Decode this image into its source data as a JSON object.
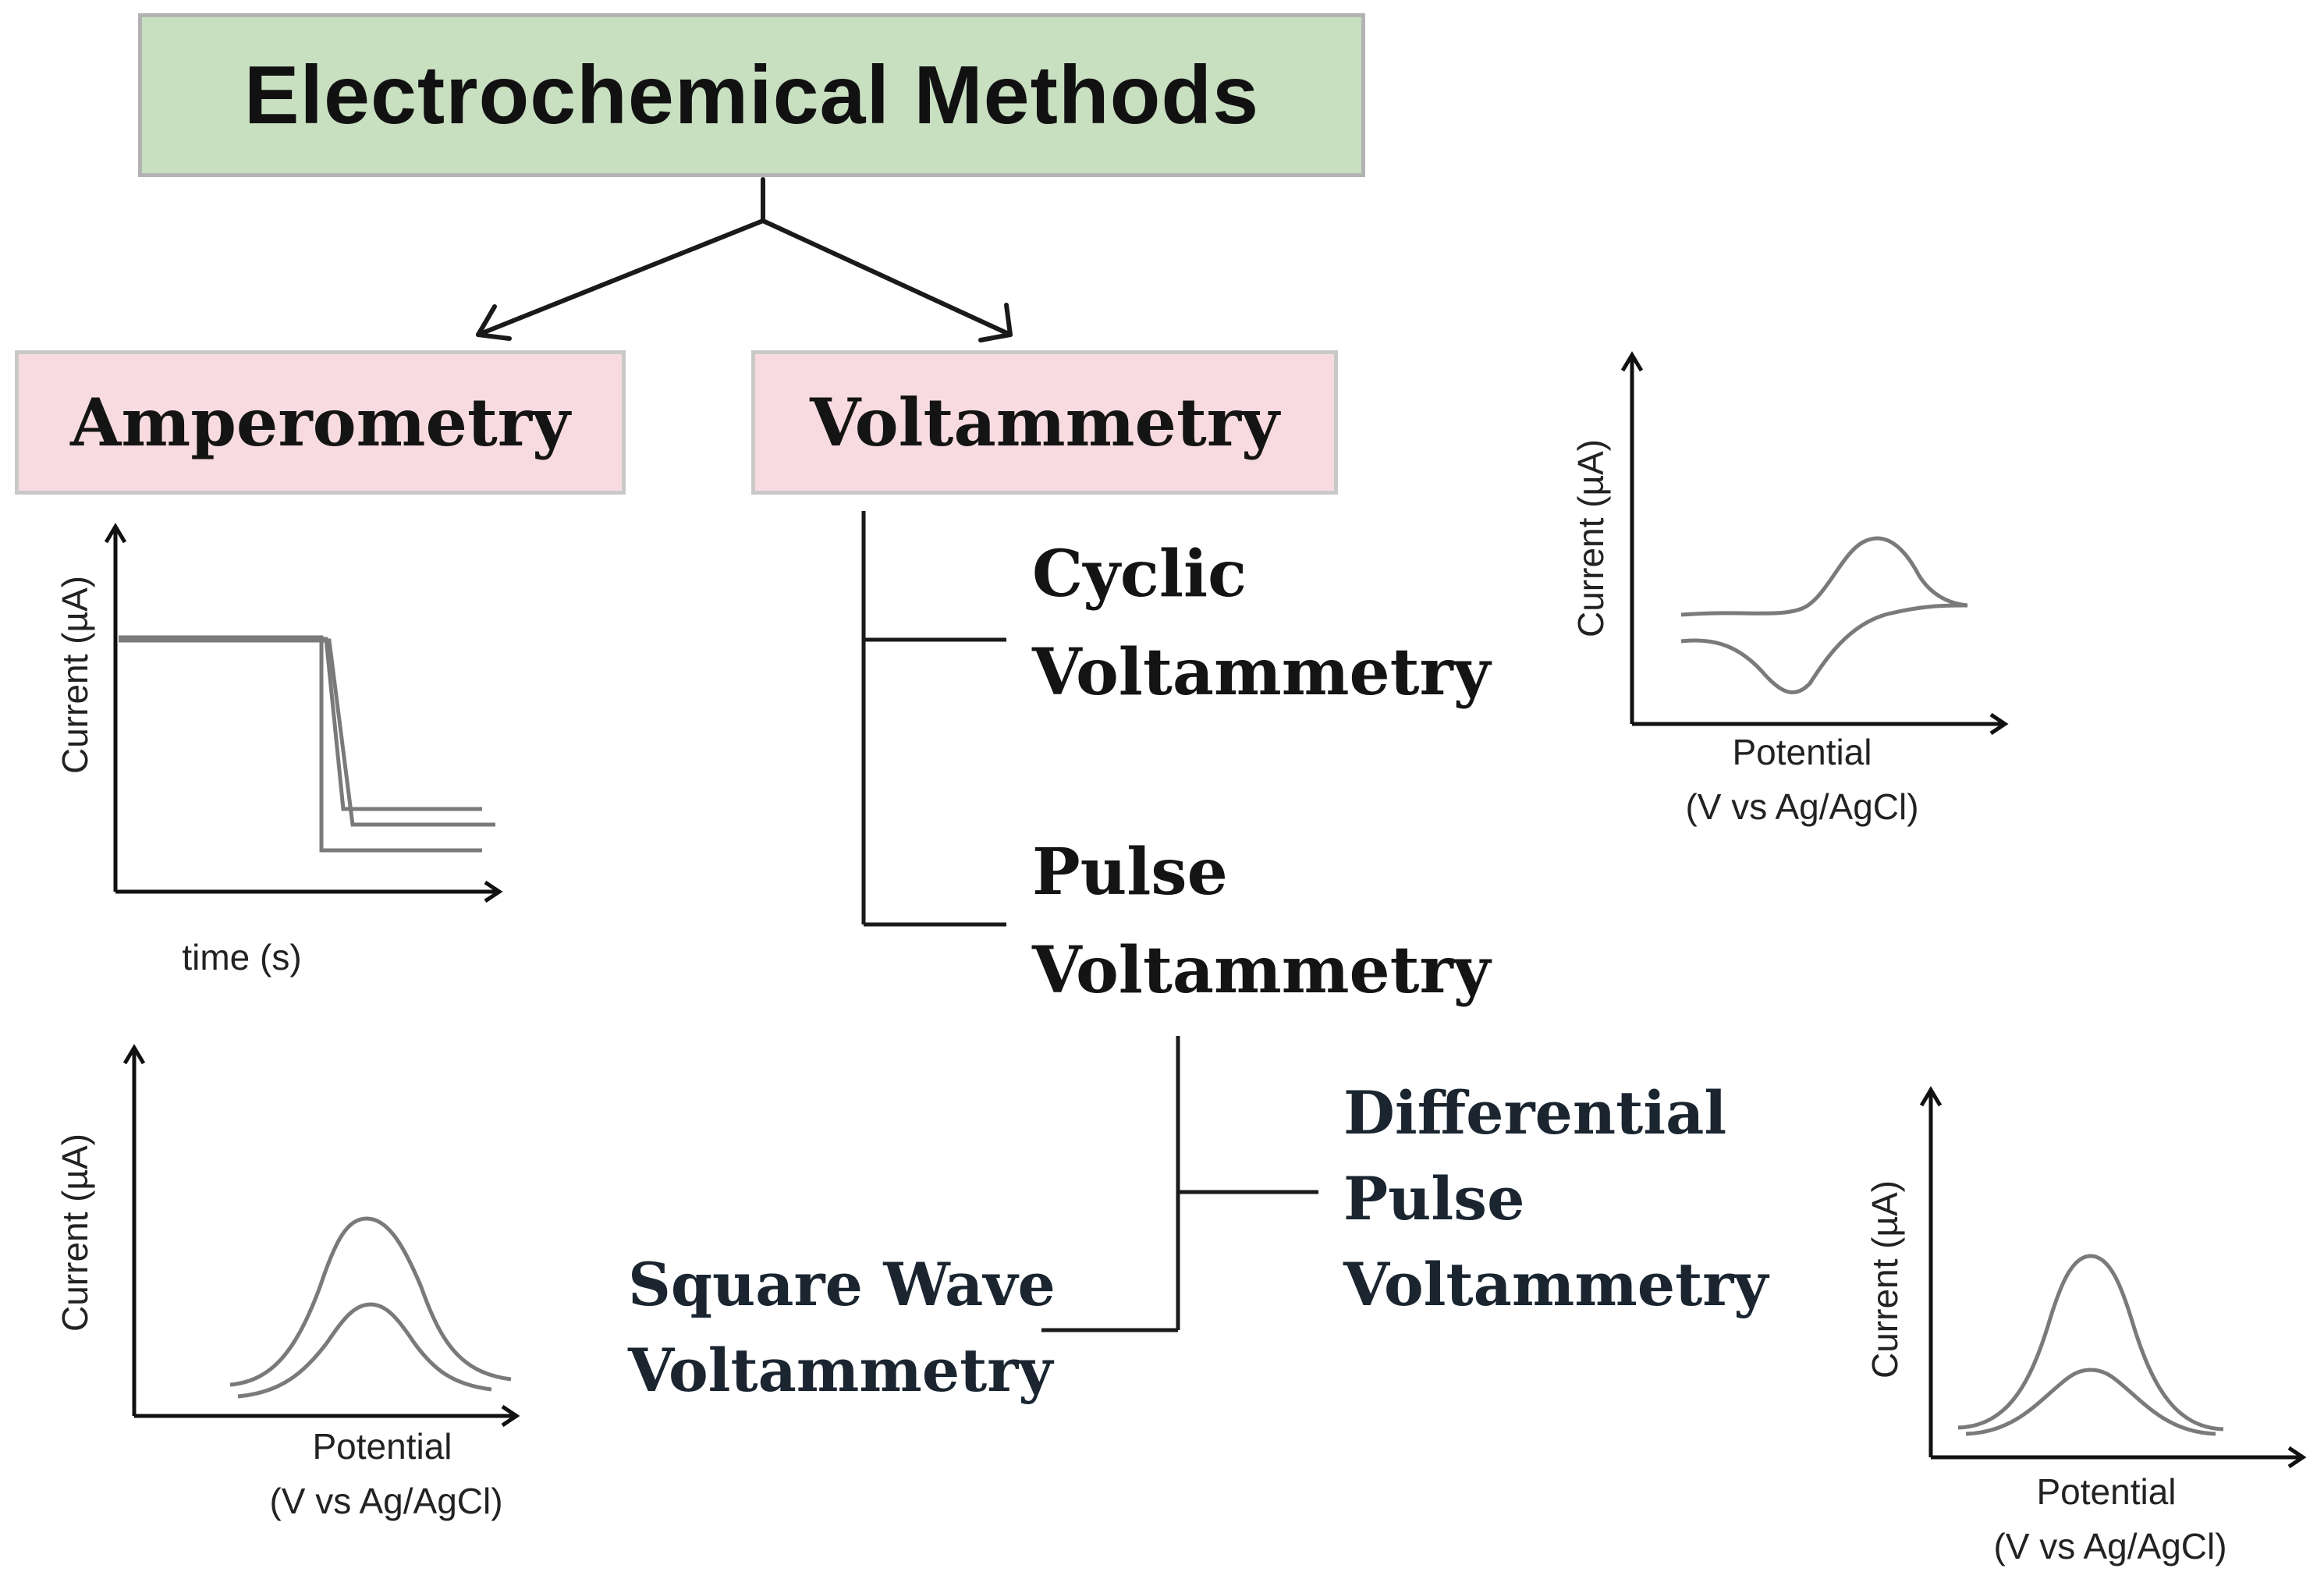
{
  "root": {
    "label": "Electrochemical Methods"
  },
  "methods": {
    "amperometry": {
      "label": "Amperometry"
    },
    "voltammetry": {
      "label": "Voltammetry"
    }
  },
  "voltammetry_types": {
    "cyclic": {
      "line1": "Cyclic",
      "line2": "Voltammetry"
    },
    "pulse": {
      "line1": "Pulse",
      "line2": "Voltammetry"
    }
  },
  "pulse_types": {
    "differential": {
      "line1": "Differential",
      "line2": "Pulse",
      "line3": "Voltammetry"
    },
    "square_wave": {
      "line1": "Square Wave",
      "line2": "Voltammetry"
    }
  },
  "charts": {
    "amperometry": {
      "y_label": "Current  (µA)",
      "x_label": "time (s)"
    },
    "cyclic": {
      "y_label": "Current  (µA)",
      "x_label_line1": "Potential",
      "x_label_line2": "(V vs Ag/AgCl)"
    },
    "square_wave": {
      "y_label": "Current  (µA)",
      "x_label_line1": "Potential",
      "x_label_line2": "(V vs Ag/AgCl)"
    },
    "differential": {
      "y_label": "Current  (µA)",
      "x_label_line1": "Potential",
      "x_label_line2": "(V vs Ag/AgCl)"
    }
  },
  "colors": {
    "root_fill": "#c8dfc0",
    "method_fill": "#f8dbe0",
    "connector": "#1a1a1a",
    "curve": "#7a7a7a"
  }
}
